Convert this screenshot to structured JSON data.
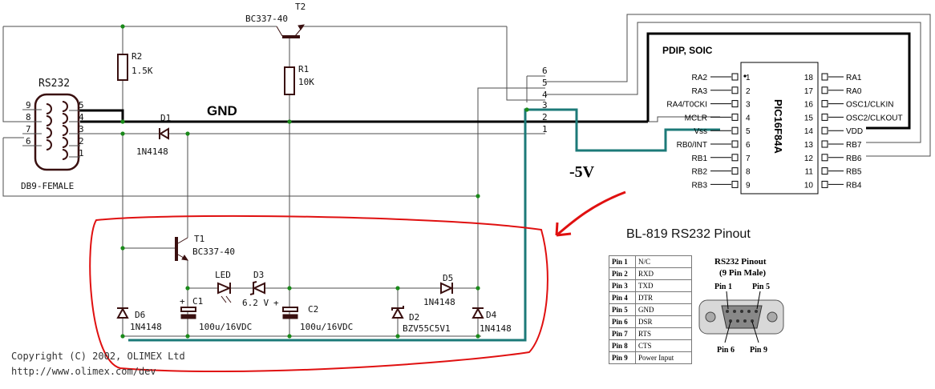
{
  "colors": {
    "wire": "#4d4d4d",
    "gnd": "#000000",
    "teal": "#1c7a78",
    "red": "#e01010",
    "comp": "#3a1010"
  },
  "labels": {
    "rs232": "RS232",
    "db9": "DB9-FEMALE",
    "gnd": "GND",
    "minus5v": "-5V",
    "pdip": "PDIP, SOIC",
    "ic_name": "PIC16F84A",
    "t2_ref": "T2",
    "t2_val": "BC337-40",
    "r2_ref": "R2",
    "r2_val": "1.5K",
    "r1_ref": "R1",
    "r1_val": "10K",
    "d1_ref": "D1",
    "d1_val": "1N4148",
    "t1_ref": "T1",
    "t1_val": "BC337-40",
    "led": "LED",
    "d3_ref": "D3",
    "d3_val": "6.2 V",
    "c1_ref": "C1",
    "c1_val": "100u/16VDC",
    "c2_ref": "C2",
    "c2_val": "100u/16VDC",
    "d6_ref": "D6",
    "d6_val": "1N4148",
    "d2_ref": "D2",
    "d2_val": "BZV55C5V1",
    "d5_ref": "D5",
    "d5_val": "1N4148",
    "d4_ref": "D4",
    "d4_val": "1N4148",
    "copyright": "Copyright (C) 2002, OLIMEX Ltd",
    "url": "http://www.olimex.com/dev",
    "bl_title": "BL-819 RS232 Pinout",
    "pinout_title": "RS232 Pinout",
    "pinout_sub": "(9 Pin Male)",
    "pin1": "Pin 1",
    "pin5": "Pin 5",
    "pin6": "Pin 6",
    "pin9": "Pin 9",
    "plus": "+",
    "plus2": "+"
  },
  "db9_pins_left": [
    "9",
    "8",
    "7",
    "6"
  ],
  "db9_pins_right": [
    "5",
    "4",
    "3",
    "2",
    "1"
  ],
  "header_pins": [
    "6",
    "5",
    "4",
    "3",
    "2",
    "1"
  ],
  "ic_left": [
    {
      "num": "1",
      "name": "RA2"
    },
    {
      "num": "2",
      "name": "RA3"
    },
    {
      "num": "3",
      "name": "RA4/T0CKI"
    },
    {
      "num": "4",
      "name": "MCLR"
    },
    {
      "num": "5",
      "name": "Vss"
    },
    {
      "num": "6",
      "name": "RB0/INT"
    },
    {
      "num": "7",
      "name": "RB1"
    },
    {
      "num": "8",
      "name": "RB2"
    },
    {
      "num": "9",
      "name": "RB3"
    }
  ],
  "ic_right": [
    {
      "num": "18",
      "name": "RA1"
    },
    {
      "num": "17",
      "name": "RA0"
    },
    {
      "num": "16",
      "name": "OSC1/CLKIN"
    },
    {
      "num": "15",
      "name": "OSC2/CLKOUT"
    },
    {
      "num": "14",
      "name": "VDD"
    },
    {
      "num": "13",
      "name": "RB7"
    },
    {
      "num": "12",
      "name": "RB6"
    },
    {
      "num": "11",
      "name": "RB5"
    },
    {
      "num": "10",
      "name": "RB4"
    }
  ],
  "pinout_table": [
    {
      "pin": "Pin 1",
      "sig": "N/C"
    },
    {
      "pin": "Pin 2",
      "sig": "RXD"
    },
    {
      "pin": "Pin 3",
      "sig": "TXD"
    },
    {
      "pin": "Pin 4",
      "sig": "DTR"
    },
    {
      "pin": "Pin 5",
      "sig": "GND"
    },
    {
      "pin": "Pin 6",
      "sig": "DSR"
    },
    {
      "pin": "Pin 7",
      "sig": "RTS"
    },
    {
      "pin": "Pin 8",
      "sig": "CTS"
    },
    {
      "pin": "Pin 9",
      "sig": "Power Input"
    }
  ]
}
